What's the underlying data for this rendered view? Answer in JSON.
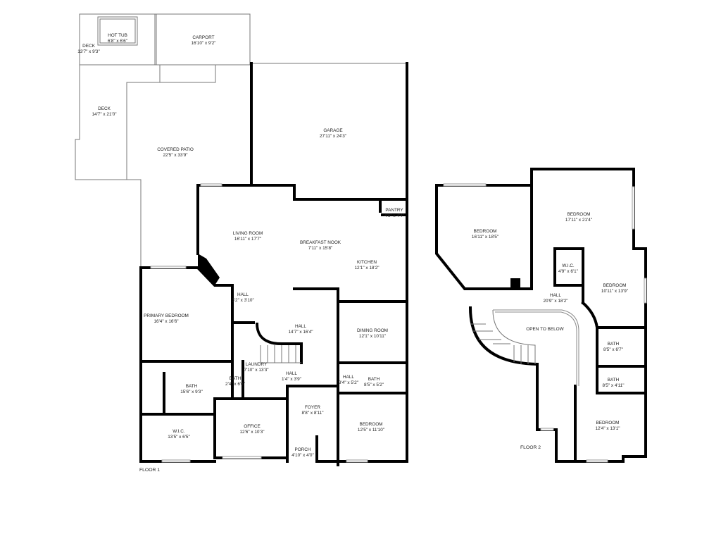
{
  "floor1": {
    "label": "FLOOR 1",
    "rooms": [
      {
        "name": "HOT TUB",
        "dims": "6'8\" x 6'6\""
      },
      {
        "name": "DECK",
        "dims": "13'7\" x 9'3\""
      },
      {
        "name": "CARPORT",
        "dims": "16'10\" x 9'2\""
      },
      {
        "name": "DECK",
        "dims": "14'7\" x 21'0\""
      },
      {
        "name": "COVERED PATIO",
        "dims": "22'5\" x 33'9\""
      },
      {
        "name": "GARAGE",
        "dims": "27'11\" x 24'3\""
      },
      {
        "name": "LIVING ROOM",
        "dims": "16'11\" x 17'7\""
      },
      {
        "name": "BREAKFAST NOOK",
        "dims": "7'11\" x 15'8\""
      },
      {
        "name": "PANTRY",
        "dims": "4'6\" x 4'4\""
      },
      {
        "name": "KITCHEN",
        "dims": "12'1\" x 18'2\""
      },
      {
        "name": "HALL",
        "dims": "3'2\" x 3'10\""
      },
      {
        "name": "PRIMARY BEDROOM",
        "dims": "16'4\" x 16'6\""
      },
      {
        "name": "HALL",
        "dims": "14'7\" x 16'4\""
      },
      {
        "name": "DINING ROOM",
        "dims": "12'1\" x 10'11\""
      },
      {
        "name": "LAUNDRY",
        "dims": "7'10\" x 13'3\""
      },
      {
        "name": "BATH",
        "dims": "2'4\" x 6'6\""
      },
      {
        "name": "HALL",
        "dims": "1'4\" x 3'9\""
      },
      {
        "name": "HALL",
        "dims": "3'4\" x 5'2\""
      },
      {
        "name": "BATH",
        "dims": "8'5\" x 5'2\""
      },
      {
        "name": "BATH",
        "dims": "15'6\" x 9'3\""
      },
      {
        "name": "FOYER",
        "dims": "8'8\" x 8'11\""
      },
      {
        "name": "BEDROOM",
        "dims": "12'5\" x 11'10\""
      },
      {
        "name": "OFFICE",
        "dims": "12'6\" x 10'3\""
      },
      {
        "name": "W.I.C.",
        "dims": "13'5\" x 6'5\""
      },
      {
        "name": "PORCH",
        "dims": "4'10\" x 4'0\""
      }
    ]
  },
  "floor2": {
    "label": "FLOOR 2",
    "rooms": [
      {
        "name": "BEDROOM",
        "dims": "16'11\" x 18'5\""
      },
      {
        "name": "BEDROOM",
        "dims": "17'11\" x 21'4\""
      },
      {
        "name": "W.I.C.",
        "dims": "4'9\" x 6'1\""
      },
      {
        "name": "BEDROOM",
        "dims": "10'11\" x 13'9\""
      },
      {
        "name": "HALL",
        "dims": "20'9\" x 18'2\""
      },
      {
        "name": "OPEN TO BELOW",
        "dims": ""
      },
      {
        "name": "BATH",
        "dims": "8'5\" x 6'7\""
      },
      {
        "name": "BATH",
        "dims": "8'5\" x 4'11\""
      },
      {
        "name": "BEDROOM",
        "dims": "12'4\" x 13'1\""
      }
    ]
  }
}
